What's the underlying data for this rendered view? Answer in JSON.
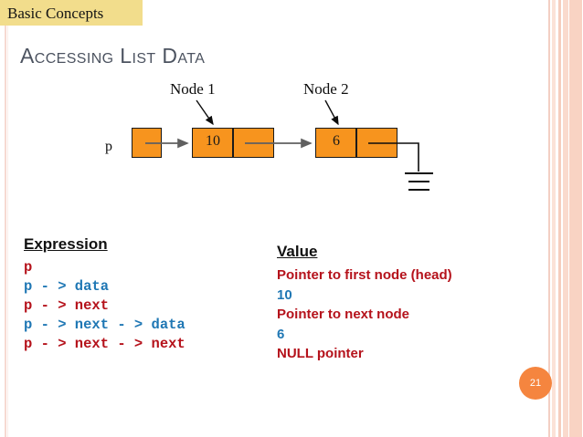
{
  "banner": {
    "title": "Basic Concepts",
    "background_color": "#f2dd8c"
  },
  "heading": {
    "text": "Accessing List Data",
    "color": "#4c5360"
  },
  "diagram": {
    "pointer_label": "p",
    "node_labels": [
      {
        "text": "Node 1"
      },
      {
        "text": "Node 2"
      }
    ],
    "nodes": [
      {
        "value": "10"
      },
      {
        "value": "6"
      }
    ],
    "node_fill_color": "#f7941e",
    "arrow_color": "#606060",
    "null_symbol": "ground"
  },
  "table": {
    "expression_header": "Expression",
    "value_header": "Value",
    "rows": [
      {
        "expression": "p",
        "value": "Pointer to first node (head)",
        "color": "#b5121b"
      },
      {
        "expression": "p - > data",
        "value": "10",
        "color": "#1f77b4"
      },
      {
        "expression": "p - > next",
        "value": "Pointer to next node",
        "color": "#b5121b"
      },
      {
        "expression": "p - > next - > data",
        "value": "6",
        "color": "#1f77b4"
      },
      {
        "expression": "p - > next - > next",
        "value": "NULL pointer",
        "color": "#b5121b"
      }
    ]
  },
  "page_number": "21"
}
